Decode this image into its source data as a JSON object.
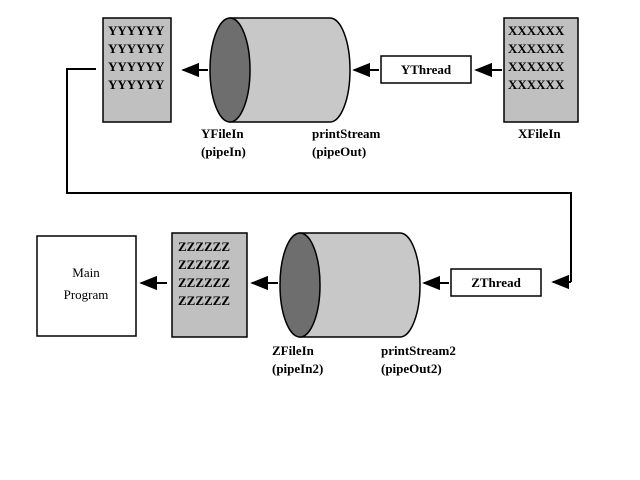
{
  "colors": {
    "file_fill": "#c0c0c0",
    "pipe_body": "#c8c8c8",
    "pipe_end": "#6e6e6e",
    "stroke": "#000000"
  },
  "yfile": {
    "lines": [
      "YYYYYY",
      "YYYYYY",
      "YYYYYY",
      "YYYYYY"
    ]
  },
  "xfile": {
    "lines": [
      "XXXXXX",
      "XXXXXX",
      "XXXXXX",
      "XXXXXX"
    ]
  },
  "zfile": {
    "lines": [
      "ZZZZZZ",
      "ZZZZZZ",
      "ZZZZZZ",
      "ZZZZZZ"
    ]
  },
  "pipe1": {
    "in_name": "YFileIn",
    "in_role": "(pipeIn)",
    "out_name": "printStream",
    "out_role": "(pipeOut)"
  },
  "pipe2": {
    "in_name": "ZFileIn",
    "in_role": "(pipeIn2)",
    "out_name": "printStream2",
    "out_role": "(pipeOut2)"
  },
  "ythread": {
    "label": "YThread"
  },
  "zthread": {
    "label": "ZThread"
  },
  "xfile_label": "XFileIn",
  "main_program": {
    "line1": "Main",
    "line2": "Program"
  }
}
